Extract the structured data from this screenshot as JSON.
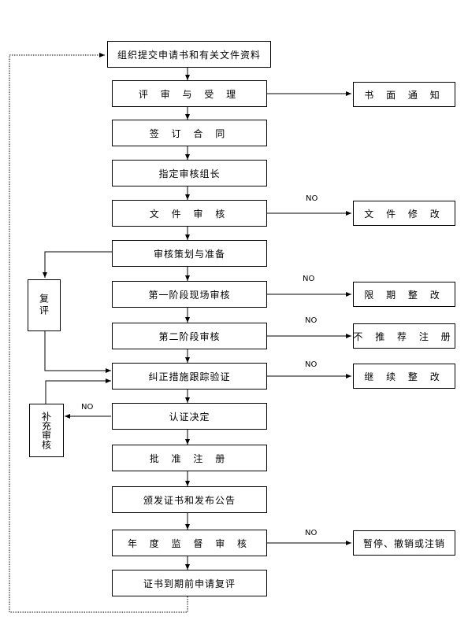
{
  "steps": {
    "submit": "组织提交申请书和有关文件资料",
    "accept": "评 审 与 受 理",
    "contract": "签 订 合 同",
    "leader": "指定审核组长",
    "doc_review": "文 件 审 核",
    "planning": "审核策划与准备",
    "stage1": "第一阶段现场审核",
    "stage2": "第二阶段审核",
    "corrective": "纠正措施跟踪验证",
    "decision": "认证决定",
    "approve": "批 准 注 册",
    "issue": "颁发证书和发布公告",
    "annual": "年 度 监 督 审 核",
    "renewal": "证书到期前申请复评"
  },
  "side": {
    "written_notice": "书 面 通 知",
    "doc_modify": "文 件 修 改",
    "limited_rectify": "限 期 整 改",
    "not_recommend": "不 推 荐 注 册",
    "continue_rectify": "继 续 整 改",
    "suspend": "暂停、撤销或注销",
    "re_review": "复评",
    "supplement": "补充审核"
  },
  "labels": {
    "no": "NO"
  }
}
